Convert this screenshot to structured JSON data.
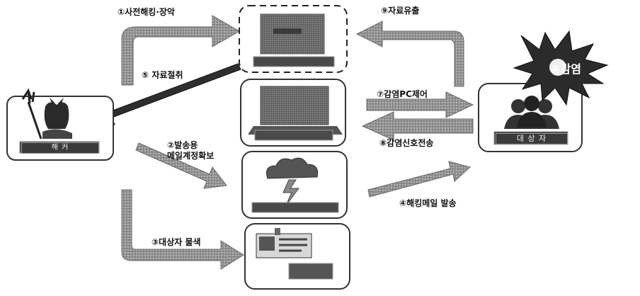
{
  "nodes": {
    "hacker": "해  커",
    "target": "대 상 자",
    "infection": "⑥감염"
  },
  "steps": {
    "s1": "①사전해킹·장악",
    "s2a": "②발송용",
    "s2b": "메일계정확보",
    "s3": "③대상자 물색",
    "s4": "④해킹메일 발송",
    "s5": "⑤ 자료절취",
    "s7": "⑦감염PC제어",
    "s8": "⑧감염신호전송",
    "s9": "⑨자료유출"
  },
  "colors": {
    "arrow": "#9a9a9a",
    "box_border": "#333333",
    "plate": "#3a3a3a",
    "burst": "#2b2b2b"
  }
}
